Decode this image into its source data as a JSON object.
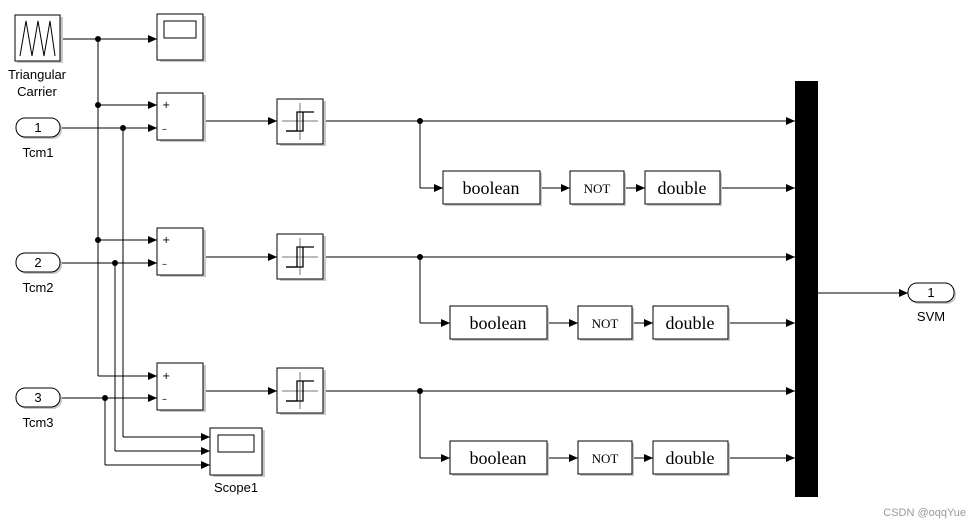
{
  "blocks": {
    "carrier": {
      "line1": "Triangular",
      "line2": "Carrier"
    },
    "inports": [
      {
        "number": "1",
        "name": "Tcm1"
      },
      {
        "number": "2",
        "name": "Tcm2"
      },
      {
        "number": "3",
        "name": "Tcm3"
      }
    ],
    "sum_signs": {
      "plus": "+",
      "minus": "–"
    },
    "conversion": {
      "boolean": "boolean",
      "not": "NOT",
      "double": "double"
    },
    "scope1": {
      "name": "Scope1"
    },
    "outport": {
      "number": "1",
      "name": "SVM"
    }
  },
  "watermark": "CSDN @oqqYue"
}
